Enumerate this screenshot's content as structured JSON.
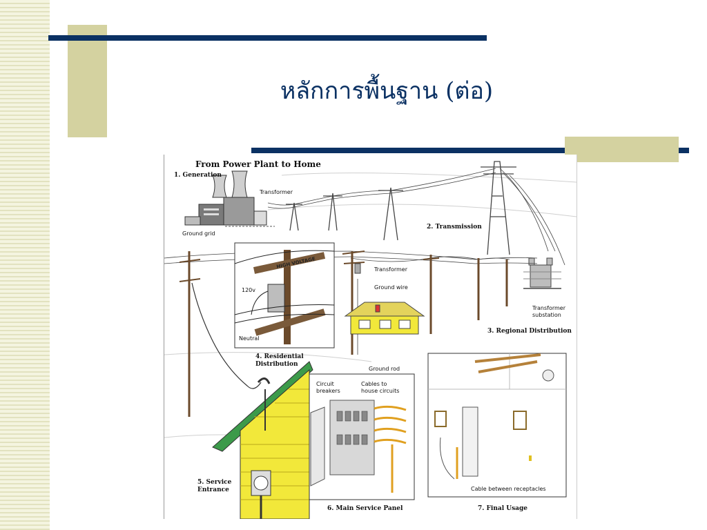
{
  "slide": {
    "title": "หลักการพื้นฐาน (ต่อ)"
  },
  "colors": {
    "navy": "#0b3163",
    "tan": "#d4d2a0",
    "stripe_light": "#f4f4e0",
    "stripe_dark": "#e2e2bf",
    "house_yellow": "#f2e83a",
    "roof_green": "#3c9a4a"
  },
  "figure": {
    "title": "From Power Plant to Home",
    "sections": {
      "generation": "1. Generation",
      "transmission": "2. Transmission",
      "regional": "3. Regional Distribution",
      "residential_1": "4. Residential",
      "residential_2": "Distribution",
      "service_1": "5. Service",
      "service_2": "Entrance",
      "panel": "6. Main Service Panel",
      "final": "7. Final Usage"
    },
    "labels": {
      "transformer_top": "Transformer",
      "ground_grid": "Ground grid",
      "high_voltage": "HIGH VOLTAGE",
      "v120": "120v",
      "neutral": "Neutral",
      "transformer_pole": "Transformer",
      "ground_wire": "Ground wire",
      "ground_rod": "Ground rod",
      "substation_1": "Transformer",
      "substation_2": "substation",
      "breakers_1": "Circuit",
      "breakers_2": "breakers",
      "cables_1": "Cables to",
      "cables_2": "house circuits",
      "cable_between": "Cable between receptacles"
    }
  }
}
